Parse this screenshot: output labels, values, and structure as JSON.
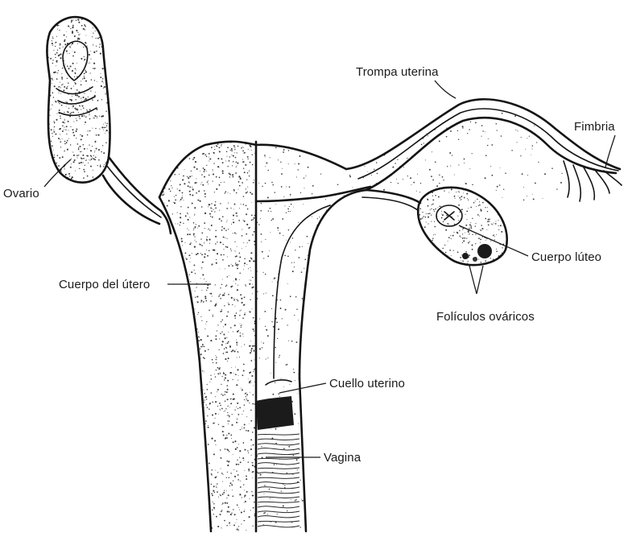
{
  "labels": {
    "trompa": "Trompa uterina",
    "fimbria": "Fimbria",
    "ovario": "Ovario",
    "cuerpo_utero": "Cuerpo del útero",
    "cuerpo_luteo": "Cuerpo lúteo",
    "foliculos": "Folículos ováricos",
    "cuello": "Cuello uterino",
    "vagina": "Vagina"
  },
  "colors": {
    "ink": "#141414",
    "stipple": "#3a3a3a",
    "paper": "#ffffff"
  }
}
